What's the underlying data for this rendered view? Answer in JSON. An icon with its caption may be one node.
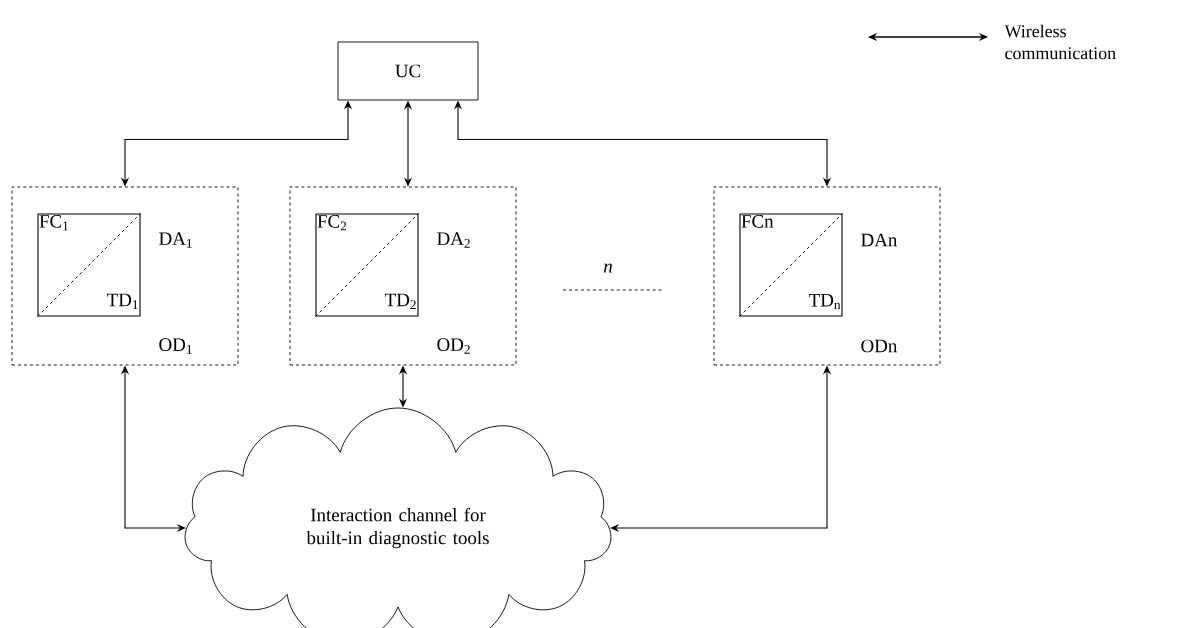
{
  "diagram": {
    "nodes": [
      {
        "text": [
          "UC"
        ]
      },
      {
        "text": [
          "DA$_{1}$",
          "OD$_{1}$"
        ]
      },
      {
        "text": [
          "FC$_{1}$",
          "TD$_{1}$"
        ],
        "in": 1
      },
      {
        "text": [
          "DA$_{2}$",
          "OD$_{2}$"
        ]
      },
      {
        "text": [
          "FC$_{2}$",
          "TD$_{2}$"
        ],
        "in": 3
      },
      {
        "text": [
          "DAn",
          "ODn"
        ]
      },
      {
        "text": [
          "FCn",
          "TD$_{n}$"
        ],
        "in": 5
      },
      {
        "text": [
          "Interaction channel for built-in diagnostic tools"
        ]
      }
    ],
    "edges": [
      {
        "from": 0,
        "to": 1,
        "arrow": "both"
      },
      {
        "from": 0,
        "to": 3,
        "arrow": "both"
      },
      {
        "from": 0,
        "to": 5,
        "arrow": "both"
      },
      {
        "from": 1,
        "to": 7,
        "arrow": "both"
      },
      {
        "from": 3,
        "to": 7,
        "arrow": "both"
      },
      {
        "from": 5,
        "to": 7,
        "arrow": "both"
      }
    ],
    "labels": [
      "n"
    ],
    "legend": [
      {
        "text": "Wireless communication"
      }
    ]
  }
}
